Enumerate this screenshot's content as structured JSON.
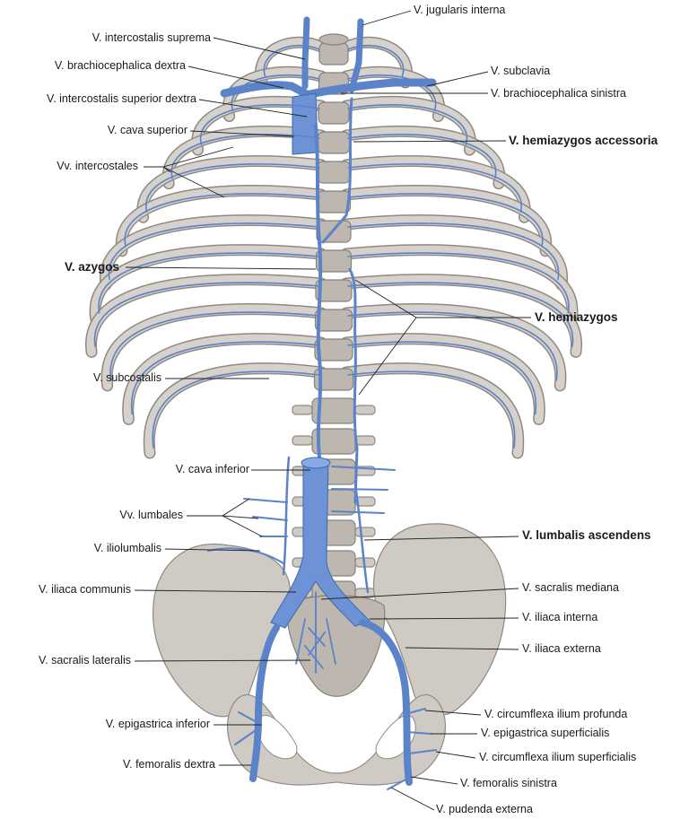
{
  "labels": {
    "jugularis_interna": "V. jugularis interna",
    "intercostalis_suprema": "V. intercostalis suprema",
    "subclavia": "V. subclavia",
    "brachiocephalica_dextra": "V. brachiocephalica dextra",
    "brachiocephalica_sinistra": "V. brachiocephalica sinistra",
    "intercostalis_superior_dextra": "V. intercostalis superior dextra",
    "cava_superior": "V. cava superior",
    "hemiazygos_accessoria": "V. hemiazygos accessoria",
    "intercostales": "Vv. intercostales",
    "azygos": "V. azygos",
    "hemiazygos": "V. hemiazygos",
    "subcostalis": "V.  subcostalis",
    "cava_inferior": "V. cava inferior",
    "lumbales": "Vv. lumbales",
    "iliolumbalis": "V. iliolumbalis",
    "lumbalis_ascendens": "V. lumbalis ascendens",
    "iliaca_communis": "V. iliaca communis",
    "sacralis_mediana": "V. sacralis mediana",
    "iliaca_interna": "V. iliaca interna",
    "iliaca_externa": "V. iliaca externa",
    "sacralis_lateralis": "V. sacralis lateralis",
    "circumflexa_ilium_profunda": "V. circumflexa ilium profunda",
    "epigastrica_inferior": "V. epigastrica inferior",
    "epigastrica_superficialis": "V. epigastrica superficialis",
    "circumflexa_ilium_superficialis": "V. circumflexa ilium superficialis",
    "femoralis_dextra": "V.  femoralis dextra",
    "femoralis_sinistra": "V. femoralis sinistra",
    "pudenda_externa": "V. pudenda externa"
  },
  "colors": {
    "vein": "#5b83c9",
    "bone": "#cfcac3",
    "text": "#1a1a1a"
  }
}
